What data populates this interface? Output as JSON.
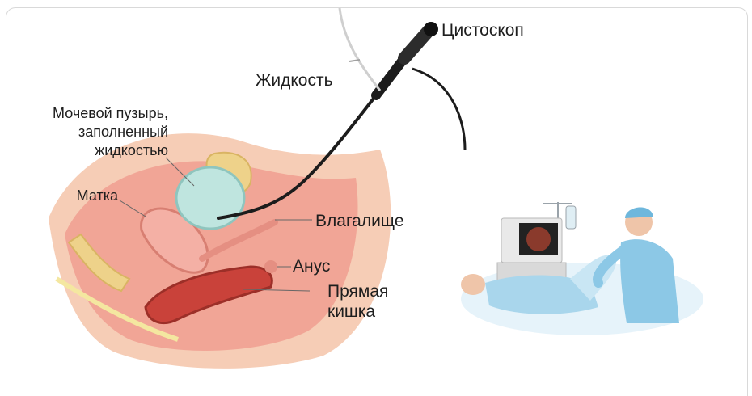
{
  "labels": {
    "cystoscope": "Цистоскоп",
    "fluid": "Жидкость",
    "bladder_line1": "Мочевой пузырь,",
    "bladder_line2": "заполненный",
    "bladder_line3": "жидкостью",
    "uterus": "Матка",
    "vagina": "Влагалище",
    "anus": "Анус",
    "rectum_line1": "Прямая",
    "rectum_line2": "кишка"
  },
  "colors": {
    "skin": "#f6cdb6",
    "tissue": "#f1a596",
    "bladder": "#bfe5df",
    "rectum": "#c9423a",
    "bone": "#eed28a",
    "scope": "#1c1c1c",
    "gown": "#a9d6ec",
    "monitor_screen": "#8a3a2c"
  }
}
